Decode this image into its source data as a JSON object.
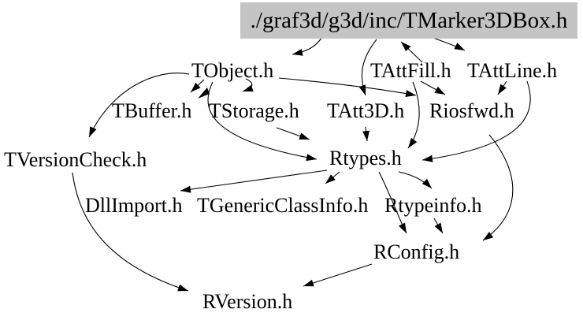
{
  "diagram": {
    "kind": "include-dependency-graph",
    "background_color": "#ffffff",
    "edge_color": "#000000",
    "title_node": {
      "label": "./graf3d/g3d/inc/TMarker3DBox.h",
      "fill_color": "#c4c4c4",
      "text_color": "#000000"
    },
    "nodes": [
      {
        "label": "TObject.h"
      },
      {
        "label": "TAttFill.h"
      },
      {
        "label": "TAttLine.h"
      },
      {
        "label": "TBuffer.h"
      },
      {
        "label": "TStorage.h"
      },
      {
        "label": "TAtt3D.h"
      },
      {
        "label": "Riosfwd.h"
      },
      {
        "label": "TVersionCheck.h"
      },
      {
        "label": "Rtypes.h"
      },
      {
        "label": "DllImport.h"
      },
      {
        "label": "TGenericClassInfo.h"
      },
      {
        "label": "Rtypeinfo.h"
      },
      {
        "label": "RConfig.h"
      },
      {
        "label": "RVersion.h"
      }
    ],
    "edges": [
      {
        "from": "./graf3d/g3d/inc/TMarker3DBox.h",
        "to": "TObject.h"
      },
      {
        "from": "./graf3d/g3d/inc/TMarker3DBox.h",
        "to": "TAtt3D.h"
      },
      {
        "from": "./graf3d/g3d/inc/TMarker3DBox.h",
        "to": "TAttLine.h"
      },
      {
        "from": "TAttFill.h",
        "to": "./graf3d/g3d/inc/TMarker3DBox.h"
      },
      {
        "from": "TObject.h",
        "to": "TBuffer.h"
      },
      {
        "from": "TObject.h",
        "to": "TStorage.h"
      },
      {
        "from": "TObject.h",
        "to": "TVersionCheck.h"
      },
      {
        "from": "TObject.h",
        "to": "Riosfwd.h"
      },
      {
        "from": "TObject.h",
        "to": "Rtypes.h"
      },
      {
        "from": "TStorage.h",
        "to": "Rtypes.h"
      },
      {
        "from": "TAtt3D.h",
        "to": "Rtypes.h"
      },
      {
        "from": "TAttFill.h",
        "to": "Riosfwd.h"
      },
      {
        "from": "TAttFill.h",
        "to": "Rtypes.h"
      },
      {
        "from": "TAttLine.h",
        "to": "Riosfwd.h"
      },
      {
        "from": "TAttLine.h",
        "to": "Rtypes.h"
      },
      {
        "from": "Riosfwd.h",
        "to": "RConfig.h"
      },
      {
        "from": "Rtypes.h",
        "to": "DllImport.h"
      },
      {
        "from": "Rtypes.h",
        "to": "TGenericClassInfo.h"
      },
      {
        "from": "Rtypes.h",
        "to": "Rtypeinfo.h"
      },
      {
        "from": "Rtypes.h",
        "to": "RConfig.h"
      },
      {
        "from": "Rtypeinfo.h",
        "to": "RConfig.h"
      },
      {
        "from": "RConfig.h",
        "to": "RVersion.h"
      },
      {
        "from": "TVersionCheck.h",
        "to": "RVersion.h"
      }
    ]
  }
}
